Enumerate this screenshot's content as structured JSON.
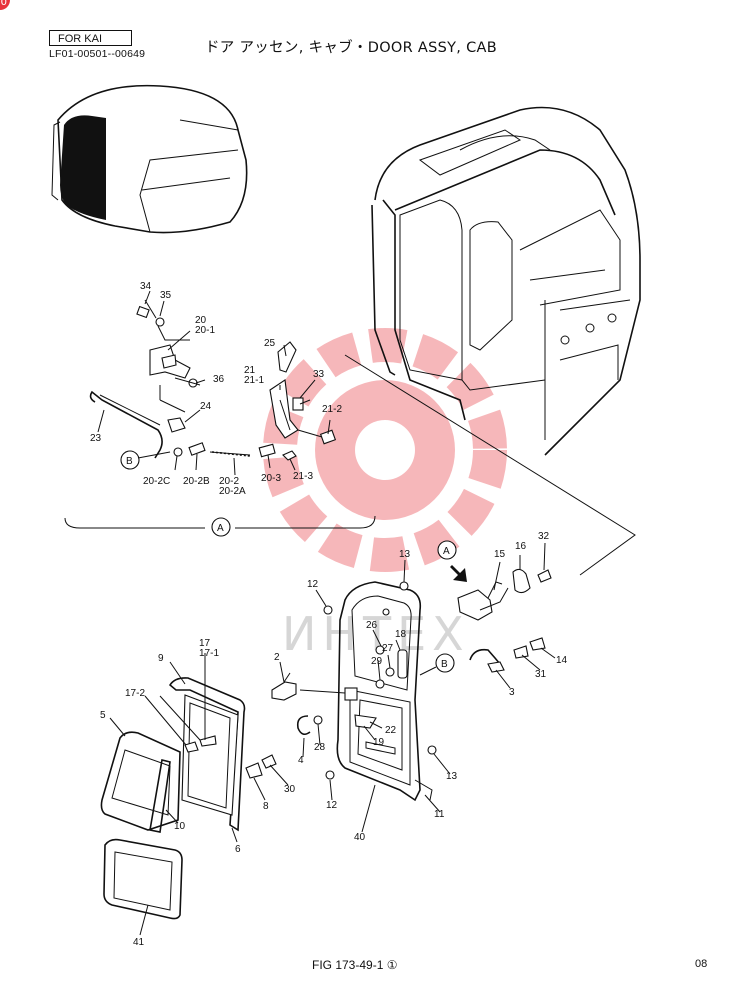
{
  "header": {
    "for_label": "FOR KAI",
    "serial_range": "LF01-00501--00649",
    "title": "ドア アッセン,  キャブ・DOOR ASSY, CAB"
  },
  "corner_badge": "0",
  "footer": {
    "figure": "FIG 173-49-1 ①",
    "page": "08"
  },
  "watermark": {
    "text": "ИНТЕХ",
    "color": "#e8343c"
  },
  "callouts": {
    "p34": "34",
    "p35": "35",
    "p20": "20",
    "p20_1": "20-1",
    "p36": "36",
    "p24": "24",
    "p23": "23",
    "pB1": "B",
    "p20_2C": "20-2C",
    "p20_2B": "20-2B",
    "p20_2": "20-2",
    "p20_2A": "20-2A",
    "p20_3": "20-3",
    "p21_3": "21-3",
    "p21_2": "21-2",
    "p33": "33",
    "p21": "21",
    "p21_1": "21-1",
    "p25": "25",
    "pA1": "A",
    "pA2": "A",
    "p13a": "13",
    "p15": "15",
    "p16": "16",
    "p32": "32",
    "p12a": "12",
    "p26": "26",
    "p18": "18",
    "p29": "29",
    "p27": "27",
    "pB2": "B",
    "p14": "14",
    "p31": "31",
    "p3": "3",
    "p2": "2",
    "p22": "22",
    "p19": "19",
    "p4": "4",
    "p28": "28",
    "p13b": "13",
    "p12b": "12",
    "p11": "11",
    "p40": "40",
    "p17": "17",
    "p17_1": "17-1",
    "p9": "9",
    "p17_2": "17-2",
    "p5": "5",
    "p10": "10",
    "p8": "8",
    "p30": "30",
    "p6": "6",
    "p41": "41"
  }
}
